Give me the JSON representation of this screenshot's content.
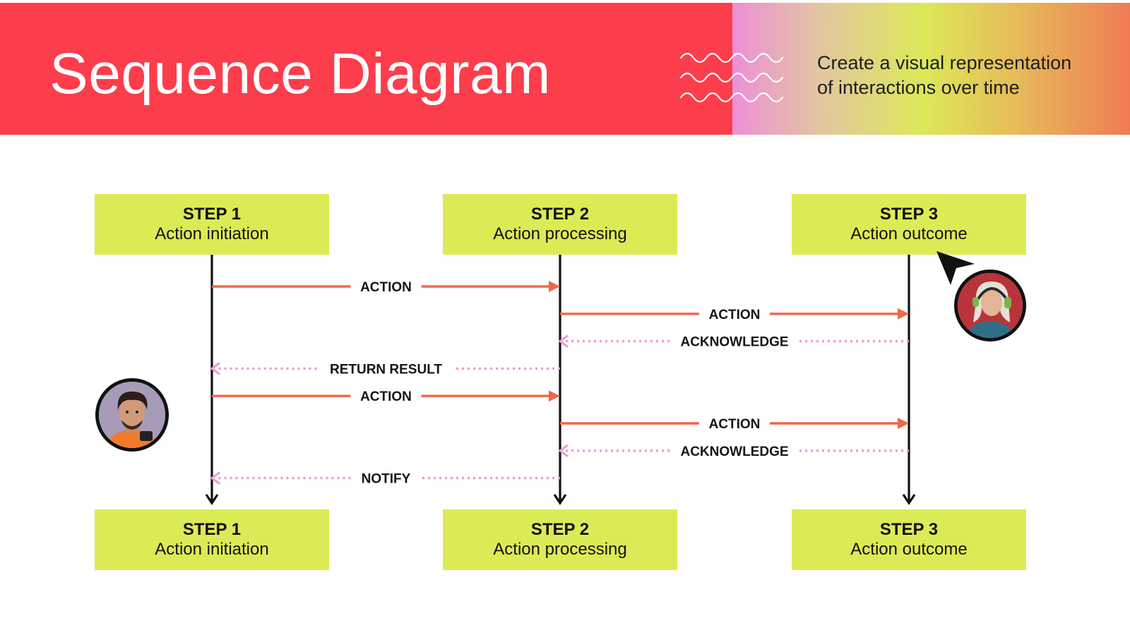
{
  "header": {
    "title": "Sequence Diagram",
    "subtitle_lines": [
      "Create a visual representation",
      "of interactions over time"
    ]
  },
  "colors": {
    "header_red": "#fc3d4c",
    "box_fill": "#dceb55",
    "action_arrow": "#f0664a",
    "response_arrow": "#ea9bd6",
    "lifeline": "#111111"
  },
  "participants": [
    {
      "step": "STEP 1",
      "label": "Action initiation"
    },
    {
      "step": "STEP 2",
      "label": "Action processing"
    },
    {
      "step": "STEP 3",
      "label": "Action outcome"
    }
  ],
  "messages": [
    {
      "from": 0,
      "to": 1,
      "label": "ACTION",
      "kind": "action"
    },
    {
      "from": 1,
      "to": 2,
      "label": "ACTION",
      "kind": "action"
    },
    {
      "from": 2,
      "to": 1,
      "label": "ACKNOWLEDGE",
      "kind": "response"
    },
    {
      "from": 1,
      "to": 0,
      "label": "RETURN RESULT",
      "kind": "response"
    },
    {
      "from": 0,
      "to": 1,
      "label": "ACTION",
      "kind": "action"
    },
    {
      "from": 1,
      "to": 2,
      "label": "ACTION",
      "kind": "action"
    },
    {
      "from": 2,
      "to": 1,
      "label": "ACKNOWLEDGE",
      "kind": "response"
    },
    {
      "from": 1,
      "to": 0,
      "label": "NOTIFY",
      "kind": "response"
    }
  ],
  "icons": {
    "decoration": "wave-lines-icon",
    "pointer": "cursor-arrow-icon",
    "avatars": [
      "avatar-man-photo",
      "avatar-woman-headphones-photo"
    ]
  }
}
